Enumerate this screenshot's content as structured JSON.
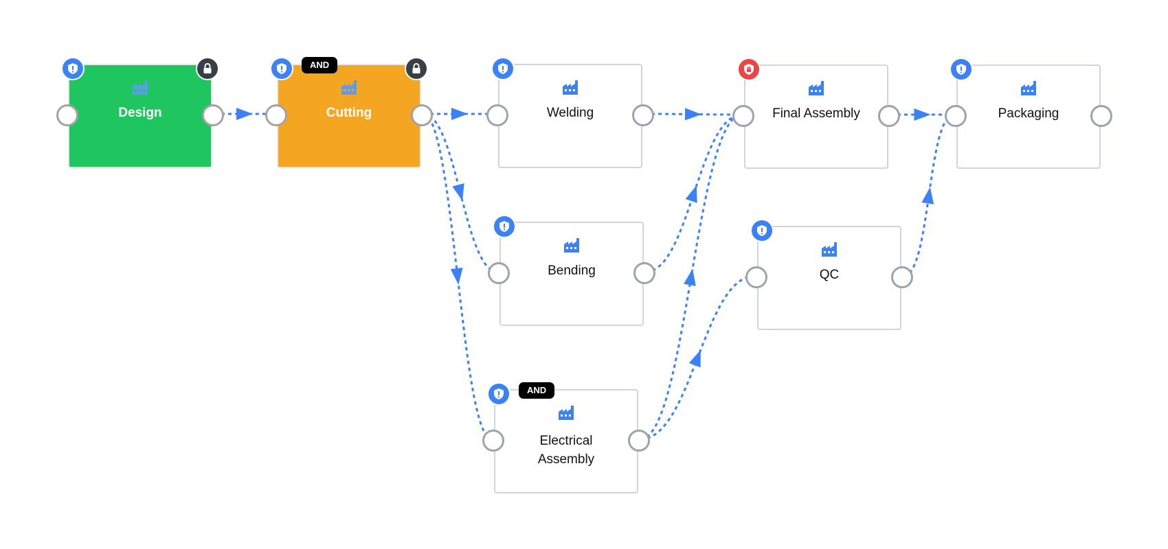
{
  "diagram": {
    "title": "",
    "nodes": [
      {
        "id": "design",
        "label": "Design",
        "style": "green",
        "badge": "shield-icon",
        "lock": true,
        "gate": ""
      },
      {
        "id": "cutting",
        "label": "Cutting",
        "style": "orange",
        "badge": "shield-icon",
        "lock": true,
        "gate": "AND"
      },
      {
        "id": "welding",
        "label": "Welding",
        "style": "default",
        "badge": "shield-icon",
        "lock": false,
        "gate": ""
      },
      {
        "id": "final_assembly",
        "label": "Final Assembly",
        "style": "default",
        "badge": "alert-shield-icon",
        "lock": false,
        "gate": ""
      },
      {
        "id": "packaging",
        "label": "Packaging",
        "style": "default",
        "badge": "shield-icon",
        "lock": false,
        "gate": ""
      },
      {
        "id": "bending",
        "label": "Bending",
        "style": "default",
        "badge": "shield-icon",
        "lock": false,
        "gate": ""
      },
      {
        "id": "qc",
        "label": "QC",
        "style": "default",
        "badge": "shield-icon",
        "lock": false,
        "gate": ""
      },
      {
        "id": "electrical_assembly",
        "label": "Electrical Assembly",
        "style": "default",
        "badge": "shield-icon",
        "lock": false,
        "gate": "AND"
      }
    ],
    "edges": [
      {
        "from": "design",
        "to": "cutting"
      },
      {
        "from": "cutting",
        "to": "welding"
      },
      {
        "from": "cutting",
        "to": "bending"
      },
      {
        "from": "cutting",
        "to": "electrical_assembly"
      },
      {
        "from": "welding",
        "to": "final_assembly"
      },
      {
        "from": "bending",
        "to": "final_assembly"
      },
      {
        "from": "electrical_assembly",
        "to": "final_assembly"
      },
      {
        "from": "electrical_assembly",
        "to": "qc"
      },
      {
        "from": "final_assembly",
        "to": "packaging"
      },
      {
        "from": "qc",
        "to": "packaging"
      }
    ],
    "colors": {
      "edge": "#3b82f6",
      "shield_badge": "#3b82f6",
      "alert_badge": "#ef4444",
      "lock_badge": "#3a3f47",
      "factory_icon": "#3b82f6",
      "start_node": "#1fc65f",
      "active_node": "#f4a623"
    }
  }
}
